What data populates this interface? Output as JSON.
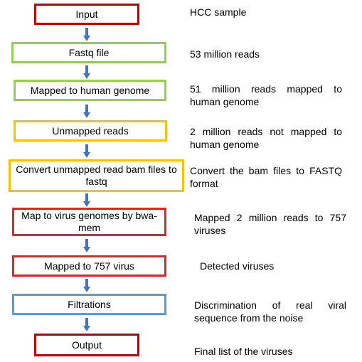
{
  "colors": {
    "dark_red": "#c00000",
    "red": "#e0242a",
    "green": "#92d050",
    "yellow": "#ffc000",
    "blue": "#5b9bd5",
    "arrow": "#4472c4"
  },
  "steps": [
    {
      "label": "Input",
      "border_color": "#c00000",
      "description": "HCC sample"
    },
    {
      "label": "Fastq file",
      "border_color": "#92d050",
      "description": "53 million reads"
    },
    {
      "label": "Mapped to human genome",
      "border_color": "#92d050",
      "description": "51 million reads mapped to human genome"
    },
    {
      "label": "Unmapped reads",
      "border_color": "#ffc000",
      "description": "2 million reads not mapped to human genome"
    },
    {
      "label": "Convert unmapped read bam files to fastq",
      "border_color": "#ffc000",
      "description": "Convert the bam files to FASTQ format"
    },
    {
      "label": "Map to virus genomes by bwa-mem",
      "border_color": "#e0242a",
      "description": "Mapped 2 million reads to 757 viruses"
    },
    {
      "label": "Mapped to 757 virus",
      "border_color": "#e0242a",
      "description": "Detected viruses"
    },
    {
      "label": "Filtrations",
      "border_color": "#5b9bd5",
      "description": "Discrimination of real viral sequence from the noise"
    },
    {
      "label": "Output",
      "border_color": "#c00000",
      "description": "Final list of the viruses"
    }
  ],
  "arrow_icon": "arrow-down-icon"
}
